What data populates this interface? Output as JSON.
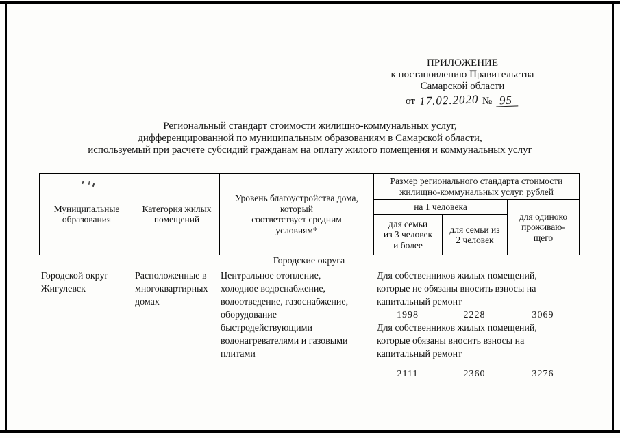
{
  "appendix": {
    "line1": "ПРИЛОЖЕНИЕ",
    "line2": "к постановлению Правительства",
    "line3": "Самарской области",
    "date_prefix": "от",
    "date_value": "17.02.2020",
    "number_sign": "№",
    "number_value": "95"
  },
  "title": {
    "line1": "Региональный стандарт стоимости жилищно-коммунальных услуг,",
    "line2": "дифференцированной по муниципальным образованиям в Самарской области,",
    "line3": "используемый при расчете субсидий гражданам на оплату жилого помещения и коммунальных услуг"
  },
  "table": {
    "col_municipality": "Муниципальные\nобразования",
    "col_category": "Категория жилых\nпомещений",
    "col_amenities": "Уровень благоустройства дома,\nкоторый\nсоответствует средним\nусловиям*",
    "col_group": "Размер регионального стандарта стоимости\nжилищно-коммунальных услуг, рублей",
    "col_per_person": "на 1 человека",
    "col_family3": "для семьи\nиз 3 человек\nи более",
    "col_family2": "для семьи из\n2 человек",
    "col_single": "для одиноко\nпроживаю-\nщего",
    "section_title": "Городские округа",
    "row": {
      "municipality": "Городской округ\nЖигулевск",
      "category": "Расположенные в\nмногоквартирных\nдомах",
      "amenities": "Центральное отопление,\nхолодное водоснабжение,\nводоотведение, газоснабжение,\nоборудование\nбыстродействующими\nводонагревателями и газовыми\nплитами",
      "note_no_capital": "Для собственников жилых помещений,\nкоторые не обязаны вносить взносы на\nкапитальный ремонт",
      "values_no_capital": [
        "1998",
        "2228",
        "3069"
      ],
      "note_with_capital": "Для собственников  жилых помещений,\nкоторые обязаны вносить взносы на\nкапитальный ремонт",
      "values_with_capital": [
        "2111",
        "2360",
        "3276"
      ]
    }
  }
}
